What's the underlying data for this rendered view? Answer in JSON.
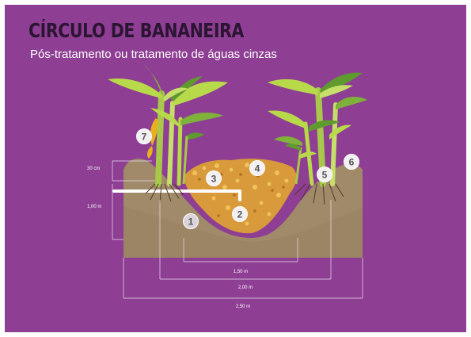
{
  "title": "CÍRCULO DE BANANEIRA",
  "subtitle": "Pós-tratamento ou tratamento de águas cinzas",
  "colors": {
    "background": "#8e3e93",
    "soil": "#a08a6a",
    "mulch": "#d89a3a",
    "leaf_light": "#b8d94a",
    "leaf_dark": "#5f9a2e",
    "pipe": "#ffffff"
  },
  "callouts": [
    {
      "number": "1"
    },
    {
      "number": "2"
    },
    {
      "number": "3"
    },
    {
      "number": "4"
    },
    {
      "number": "5"
    },
    {
      "number": "6"
    },
    {
      "number": "7"
    }
  ],
  "dimensions": {
    "mound_height": "30 cm",
    "pit_depth": "1,00 m",
    "pit_width": "1,50 m",
    "inner_width": "2,00 m",
    "outer_width": "2,50 m"
  }
}
